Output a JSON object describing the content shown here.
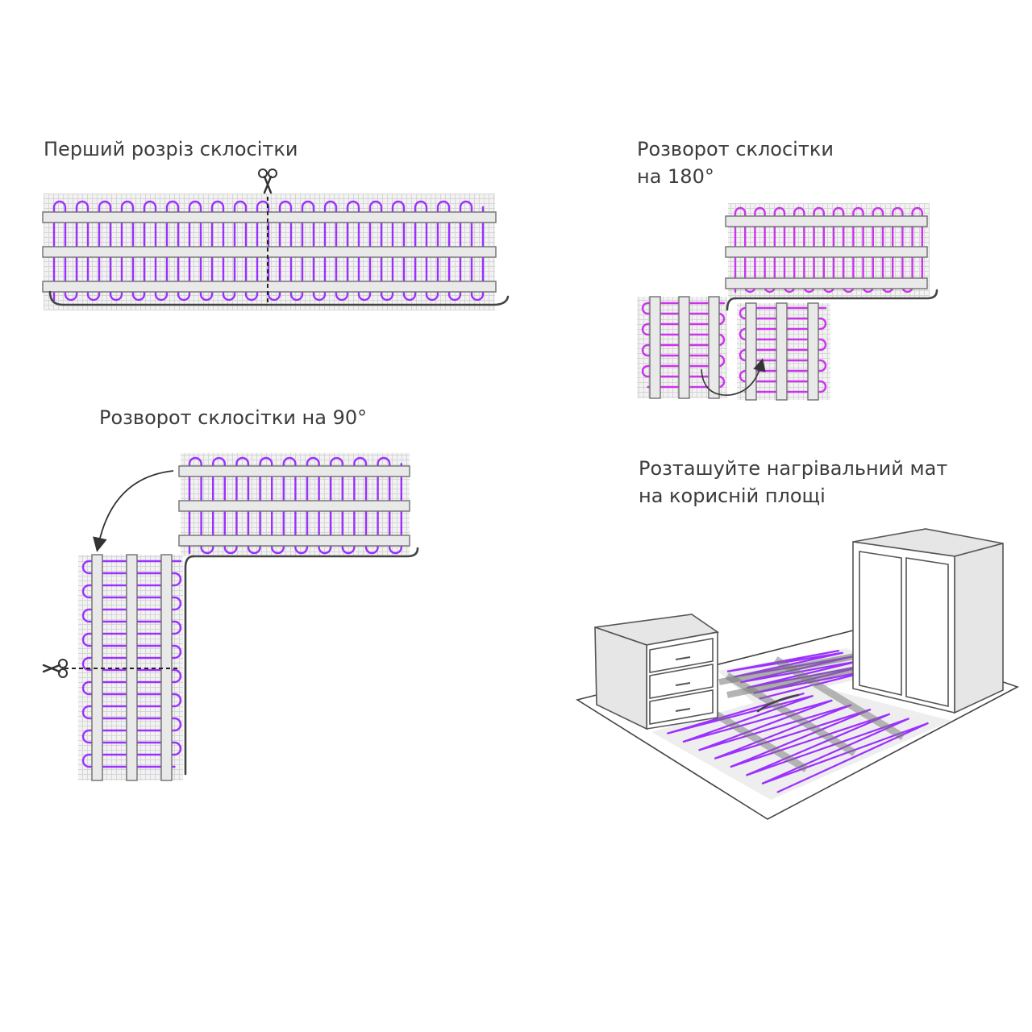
{
  "steps": [
    {
      "id": "first-cut",
      "text": "Перший розріз склосітки"
    },
    {
      "id": "turn-180",
      "lines": [
        "Розворот склосітки",
        "на 180°"
      ]
    },
    {
      "id": "turn-90",
      "text": "Розворот склосітки на 90°"
    },
    {
      "id": "place-mat",
      "lines": [
        "Розташуйте нагрівальний мат",
        "на корисній площі"
      ]
    }
  ],
  "colors": {
    "heating_cable": "#9b30ff",
    "heating_cable_alt": "#cc33ee",
    "mesh": "#e4e4e4",
    "tape": "#e9e9e9",
    "power_cord": "#444444"
  },
  "icons": [
    "scissors-icon",
    "rotate-arrow-icon"
  ]
}
